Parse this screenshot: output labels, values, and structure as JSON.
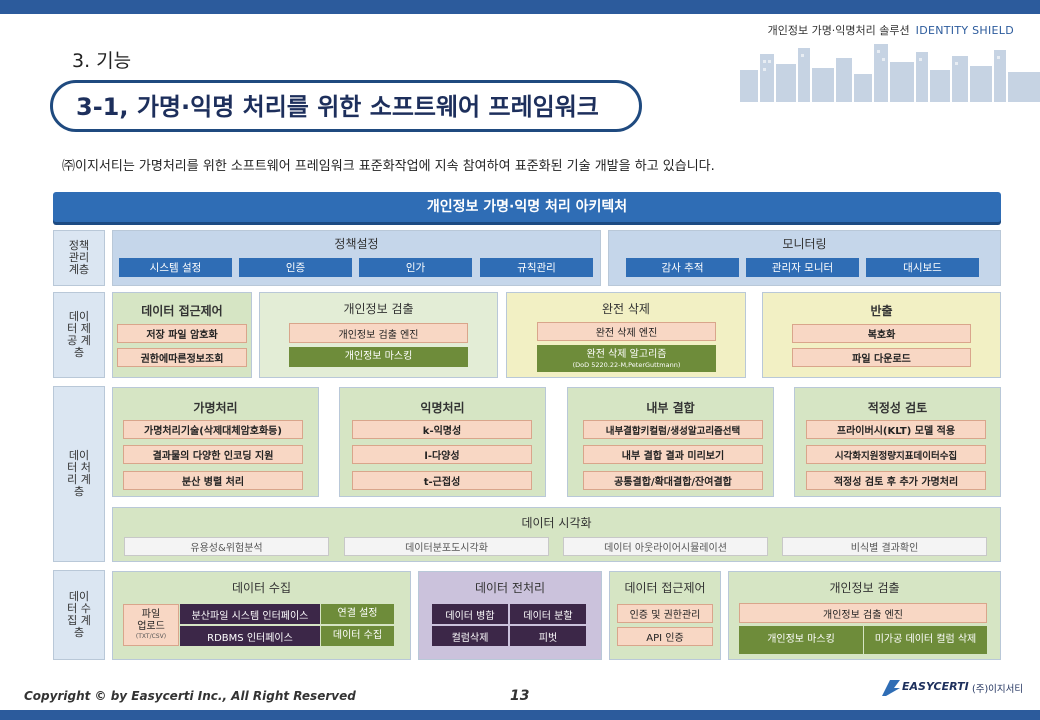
{
  "header": {
    "solution": "개인정보 가명·익명처리 솔루션",
    "brand": "IDENTITY SHIELD"
  },
  "section": "3. 기능",
  "title": "3-1, 가명·익명 처리를 위한 소프트웨어 프레임워크",
  "intro": "㈜이지서티는 가명처리를 위한 소프트웨어 프레임워크 표준화작업에 지속 참여하여 표준화된 기술 개발을 하고 있습니다.",
  "arch_title": "개인정보 가명·익명 처리 아키텍처",
  "layers": {
    "policy": "정책\n관리\n계층",
    "provide": "데이\n터 제\n공 계\n층",
    "process": "데이\n터 처\n리 계\n층",
    "collect": "데이\n터 수\n집 계\n층"
  },
  "policy": {
    "title": "정책설정",
    "items": [
      "시스템 설정",
      "인증",
      "인가",
      "규칙관리"
    ]
  },
  "monitoring": {
    "title": "모니터링",
    "items": [
      "감사 추적",
      "관리자 모니터",
      "대시보드"
    ]
  },
  "access": {
    "title": "데이터 접근제어",
    "items": [
      "저장 파일 암호화",
      "권한에따른정보조회"
    ]
  },
  "detect": {
    "title": "개인정보 검출",
    "items": [
      "개인정보 검출 엔진",
      "개인정보 마스킹"
    ]
  },
  "delete": {
    "title": "완전 삭제",
    "engine": "완전 삭제 엔진",
    "algo": "완전 삭제 알고리즘",
    "algo_sub": "(DoD 5220.22-M,PeterGuttmann)"
  },
  "export": {
    "title": "반출",
    "items": [
      "복호화",
      "파일 다운로드"
    ]
  },
  "pseudo": {
    "title": "가명처리",
    "items": [
      "가명처리기술(삭제대체암호화등)",
      "결과물의 다양한 인코딩 지원",
      "분산 병렬 처리"
    ]
  },
  "anon": {
    "title": "익명처리",
    "items": [
      "k-익명성",
      "l-다양성",
      "t-근접성"
    ]
  },
  "join": {
    "title": "내부 결합",
    "items": [
      "내부결합키컬럼/생성알고리즘선택",
      "내부 결합 결과 미리보기",
      "공통결합/확대결합/잔여결합"
    ]
  },
  "adequacy": {
    "title": "적정성 검토",
    "items": [
      "프라이버시(KLT) 모델 적용",
      "시각화지원정량지표데이터수집",
      "적정성 검토 후 추가 가명처리"
    ]
  },
  "visual": {
    "title": "데이터 시각화",
    "items": [
      "유용성&위험분석",
      "데이터분포도시각화",
      "데이터 아웃라이어시뮬레이션",
      "비식별 결과확인"
    ]
  },
  "collect": {
    "title": "데이터 수집",
    "upload": "파일\n업로드",
    "upload_sub": "(TXT/CSV)",
    "items": [
      "분산파일 시스템 인터페이스",
      "연결 설정",
      "RDBMS 인터페이스",
      "데이터 수집"
    ]
  },
  "pre": {
    "title": "데이터 전처리",
    "items": [
      "데이터 병합",
      "데이터 분할",
      "컬럼삭제",
      "피벗"
    ]
  },
  "access2": {
    "title": "데이터 접근제어",
    "items": [
      "인증 및 권한관리",
      "API 인증"
    ]
  },
  "detect2": {
    "title": "개인정보 검출",
    "engine": "개인정보 검출 엔진",
    "items": [
      "개인정보 마스킹",
      "미가공 데이터 컬럼 삭제"
    ]
  },
  "footer": {
    "copyright": "Copyright © by Easycerti Inc., All Right Reserved",
    "page": "13",
    "company": "EASYCERTI",
    "company_kr": "(주)이지서티"
  },
  "colors": {
    "navy": "#1d2f5c",
    "blue": "#2f6db5",
    "peach": "#f8d7c4",
    "green": "#6e8c3a",
    "purple": "#3c2748"
  }
}
